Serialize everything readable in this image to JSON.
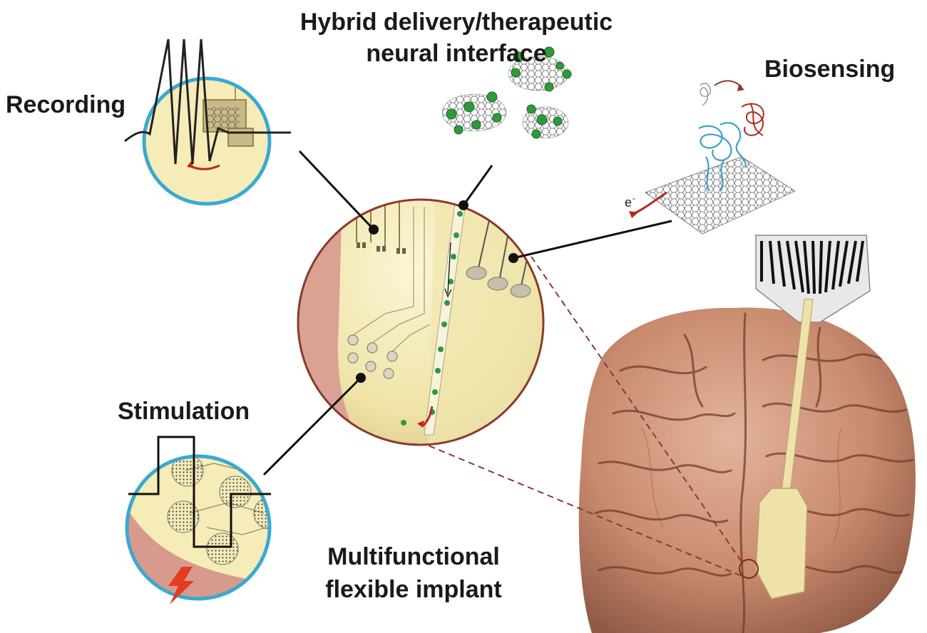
{
  "labels": {
    "recording": "Recording",
    "hybrid_line1": "Hybrid delivery/therapeutic",
    "hybrid_line2": "neural interface",
    "biosensing": "Biosensing",
    "stimulation": "Stimulation",
    "implant_line1": "Multifunctional",
    "implant_line2": "flexible implant",
    "electron_symbol": "e",
    "electron_charge": "-"
  },
  "colors": {
    "callout_ring": "#3aa9d0",
    "implant_fill": "#f4ecb4",
    "tissue_pink": "#d99a8f",
    "brain": "#c98a6e",
    "leader_line": "#111111",
    "arrow_red": "#c0281e",
    "nanoparticle": "#2e9a3a",
    "protein_blue": "#3aa0c8",
    "protein_red": "#b42a1e"
  },
  "icons": {
    "recording": "spike-waveform-icon",
    "stimulation": "square-pulse-icon",
    "stimulus": "lightning-bolt-icon",
    "delivery": "graphene-nanoparticle-icon",
    "biosensing": "protein-on-graphene-icon",
    "probe": "neural-probe-icon"
  }
}
